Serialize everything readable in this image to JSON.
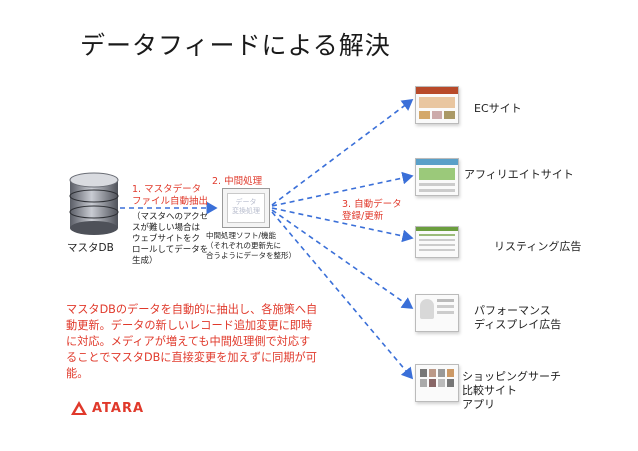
{
  "title": "データフィードによる解決",
  "source": {
    "label": "マスタDB"
  },
  "steps": {
    "extract": {
      "label_line1": "1. マスタデータ",
      "label_line2": "ファイル自動抽出",
      "note_lines": [
        "（マスタへのアクセ",
        "スが難しい場合は",
        "ウェブサイトをク",
        "ロールしてデータを",
        "生成）"
      ]
    },
    "process": {
      "label": "2. 中間処理",
      "box_lines": [
        "データ",
        "変換処理"
      ],
      "note_lines": [
        "中間処理ソフト/機能",
        "（それぞれの更新先に",
        "合うようにデータを整形）"
      ]
    },
    "register": {
      "label_line1": "3. 自動データ",
      "label_line2": "登録/更新"
    }
  },
  "destinations": [
    {
      "lines": [
        "ECサイト"
      ]
    },
    {
      "lines": [
        "アフィリエイトサイト"
      ]
    },
    {
      "lines": [
        "リスティング広告"
      ]
    },
    {
      "lines": [
        "パフォーマンス",
        "ディスプレイ広告"
      ]
    },
    {
      "lines": [
        "ショッピングサーチ",
        "比較サイト",
        "アプリ"
      ]
    }
  ],
  "summary": "マスタDBのデータを自動的に抽出し、各施策へ自動更新。データの新しいレコード追加変更に即時に対応。メディアが増えても中間処理側で対応することでマスタDBに直接変更を加えずに同期が可能。",
  "logo": {
    "text": "ATARA",
    "color": "#e0392b"
  },
  "colors": {
    "accent": "#e0392b",
    "connector": "#3a6fd8"
  }
}
